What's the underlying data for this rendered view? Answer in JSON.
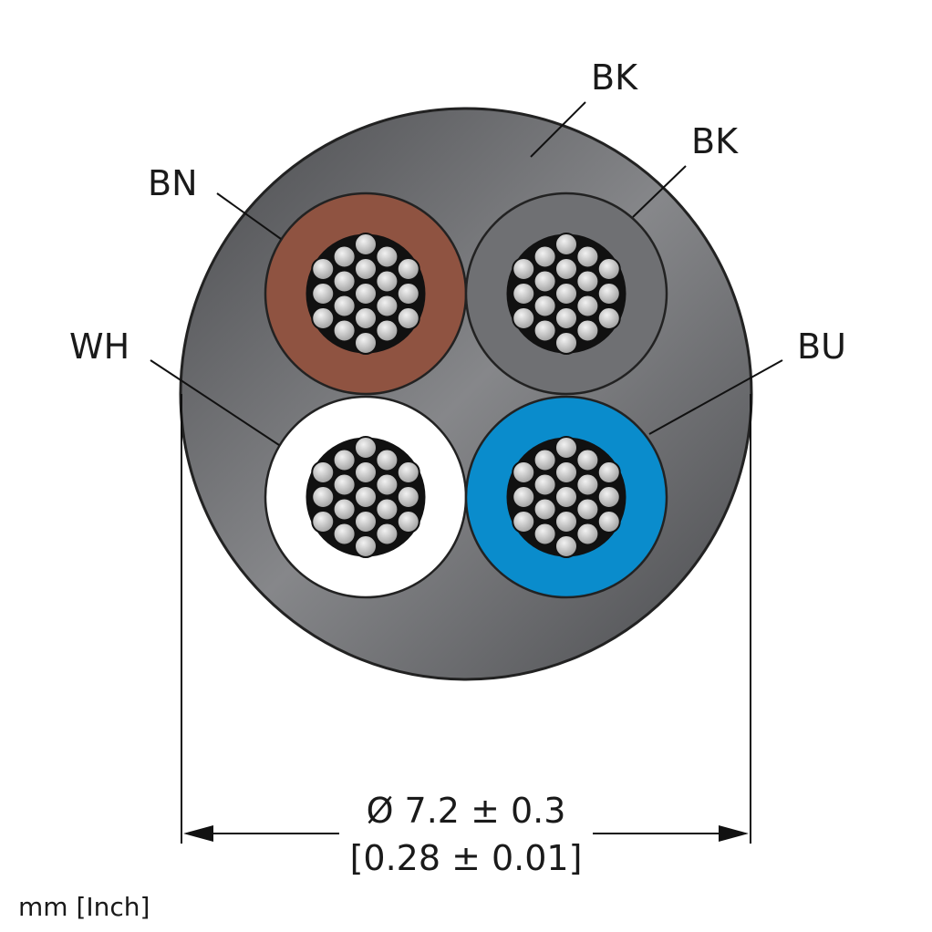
{
  "labels": {
    "jacket": "BK",
    "core_black": "BK",
    "core_brown": "BN",
    "core_white": "WH",
    "core_blue": "BU"
  },
  "dimension": {
    "mm": "Ø 7.2 ± 0.3",
    "inch": "[0.28 ± 0.01]"
  },
  "units_note": "mm [Inch]",
  "colors": {
    "jacket": "#5c5d60",
    "jacket_light": "#8a8b8e",
    "brown": "#8f5341",
    "black_core": "#6f7073",
    "white": "#ffffff",
    "blue": "#0a8ccc",
    "strand": "#cfcfcf",
    "strand_gap": "#111111"
  }
}
